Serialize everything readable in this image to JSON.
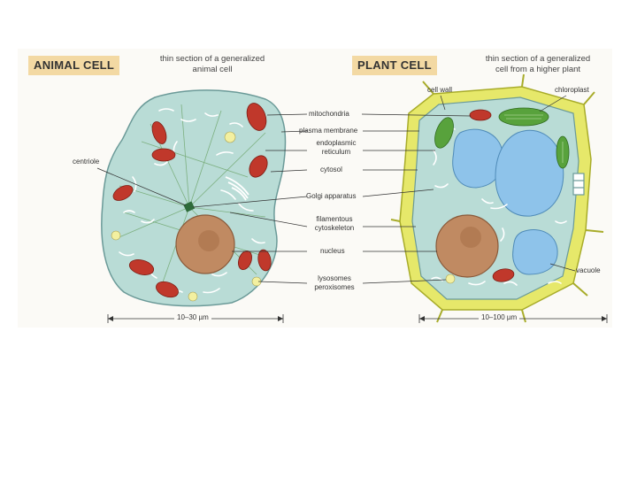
{
  "animal": {
    "heading": "ANIMAL CELL",
    "subtitle_line1": "thin section of a generalized",
    "subtitle_line2": "animal cell",
    "scale": "10–30 µm",
    "label_centriole": "centriole"
  },
  "plant": {
    "heading": "PLANT CELL",
    "subtitle_line1": "thin section of a generalized",
    "subtitle_line2": "cell from a higher plant",
    "scale": "10–100 µm",
    "label_cell_wall": "cell wall",
    "label_chloroplast": "chloroplast",
    "label_vacuole": "vacuole"
  },
  "shared_labels": {
    "mitochondria": "mitochondria",
    "plasma_membrane": "plasma membrane",
    "er_line1": "endoplasmic",
    "er_line2": "reticulum",
    "cytosol": "cytosol",
    "golgi": "Golgi apparatus",
    "filament_line1": "filamentous",
    "filament_line2": "cytoskeleton",
    "nucleus": "nucleus",
    "lyso_line1": "lysosomes",
    "lyso_line2": "peroxisomes"
  },
  "colors": {
    "cytoplasm": "#b9dcd6",
    "nucleus": "#c08a62",
    "mitochondria": "#c0382b",
    "chloroplast": "#58a23c",
    "vacuole": "#8ec3ea",
    "cell_wall": "#e6e86a",
    "heading_box": "#f3d9a3"
  }
}
